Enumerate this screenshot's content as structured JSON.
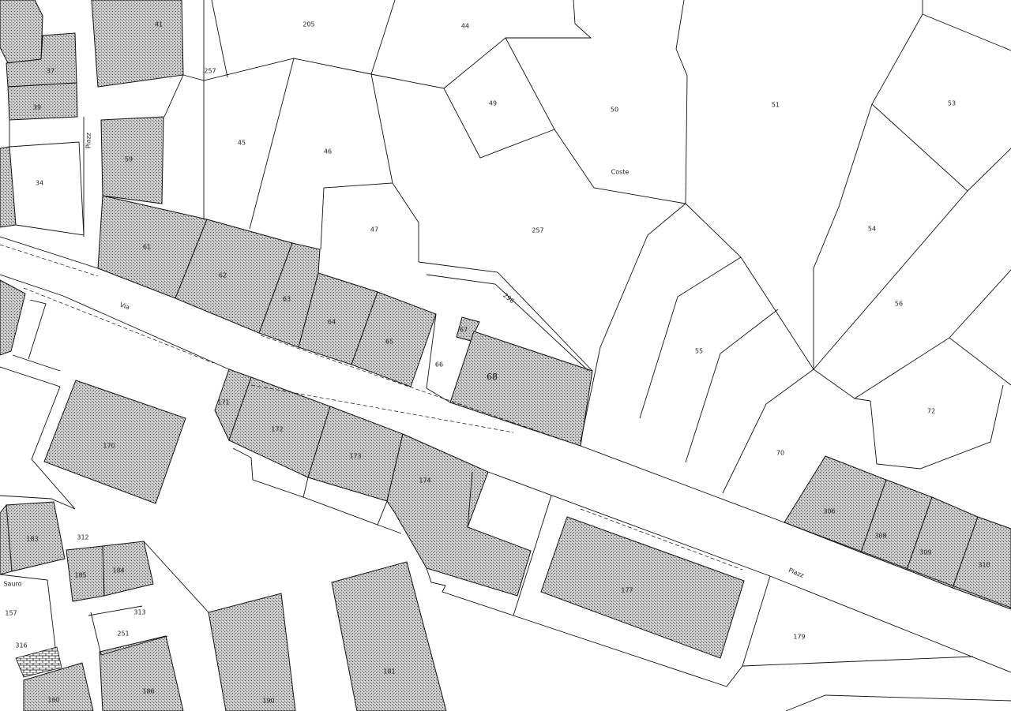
{
  "map": {
    "parcels": {
      "p41": "41",
      "p205": "205",
      "p44": "44",
      "p257a": "257",
      "p37": "37",
      "p39": "39",
      "p49": "49",
      "p50": "50",
      "p51": "51",
      "p53": "53",
      "p45": "45",
      "p46": "46",
      "p59": "59",
      "p34": "34",
      "p47": "47",
      "p257b": "257",
      "p54": "54",
      "p61": "61",
      "p62": "62",
      "p63": "63",
      "p64": "64",
      "p65": "65",
      "p67": "67",
      "p66": "66",
      "p68": "68",
      "p55": "55",
      "p56": "56",
      "p72": "72",
      "p70": "70",
      "p171": "171",
      "p172": "172",
      "p173": "173",
      "p174": "174",
      "p170": "170",
      "p308": "308",
      "p309": "309",
      "p306": "306",
      "p310": "310",
      "p183": "183",
      "p312": "312",
      "p185": "185",
      "p184": "184",
      "p177": "177",
      "p157": "157",
      "p313": "313",
      "p251": "251",
      "p316": "316",
      "p179": "179",
      "p181": "181",
      "p186": "186",
      "p190": "190",
      "p160": "160"
    },
    "places": {
      "coste": "Coste",
      "via": "Via",
      "piazza": "Piazz",
      "side_street": "Piazz",
      "sauro": "Sauro",
      "cluster_label": "296"
    }
  }
}
